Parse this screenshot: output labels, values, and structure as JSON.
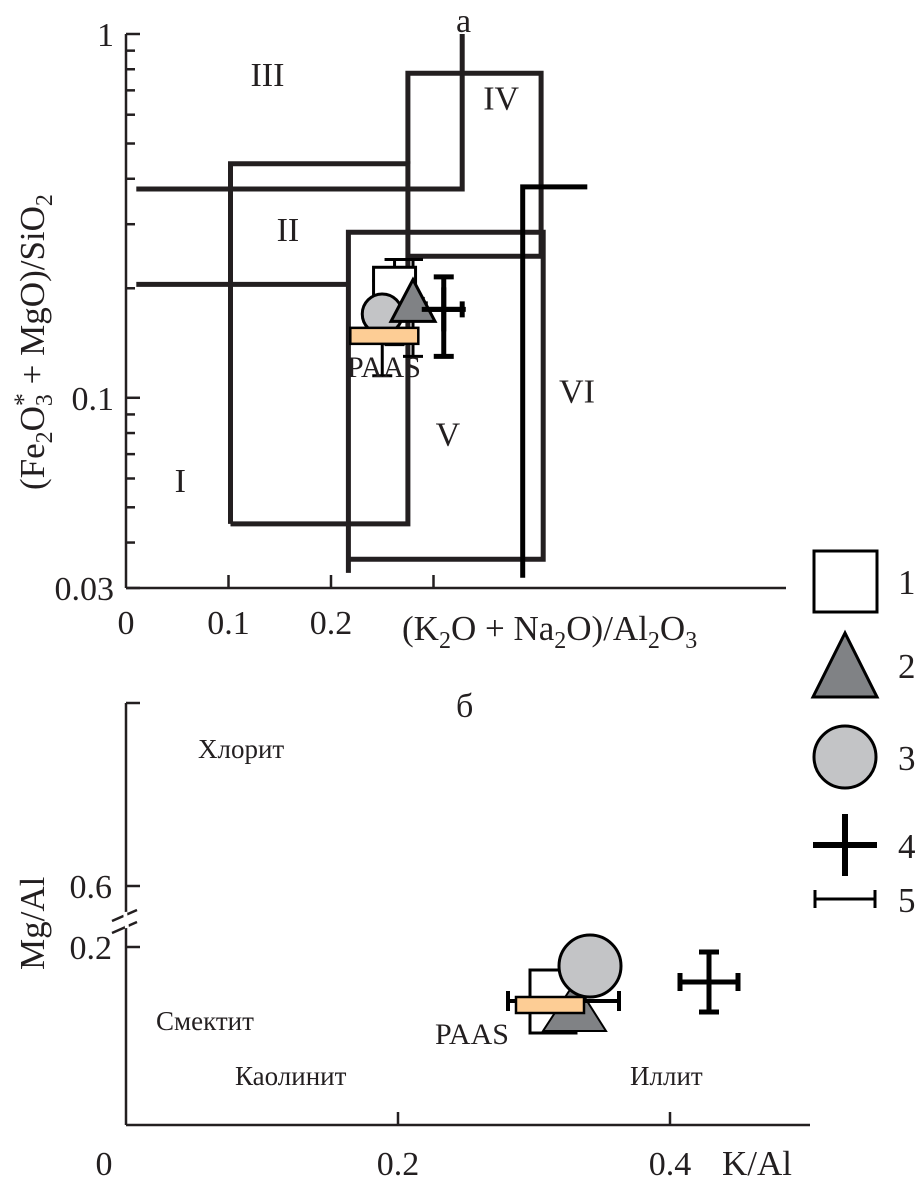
{
  "chart_data": [
    {
      "id": "a",
      "type": "scatter",
      "panel_label": "а",
      "xlabel": "(K2O + Na2O)/Al2O3",
      "ylabel": "(Fe2O3* + MgO)/SiO2",
      "xscale": "linear",
      "yscale": "log",
      "xlim": [
        0,
        0.4
      ],
      "ylim": [
        0.03,
        1
      ],
      "x_ticks": [
        0,
        0.1,
        0.2,
        0.3
      ],
      "x_tick_labels": [
        "0",
        "0.1",
        "0.2",
        ""
      ],
      "y_major_ticks": [
        1,
        0.1,
        0.03
      ],
      "y_tick_labels": [
        "1",
        "0.1",
        "0.03"
      ],
      "y_minor_ticks": [
        0.9,
        0.8,
        0.7,
        0.6,
        0.5,
        0.4,
        0.3,
        0.2,
        0.09,
        0.08,
        0.07,
        0.06,
        0.05,
        0.04
      ],
      "field_labels": [
        {
          "text": "I",
          "x": 0.053,
          "y": 0.055
        },
        {
          "text": "II",
          "x": 0.158,
          "y": 0.27
        },
        {
          "text": "III",
          "x": 0.138,
          "y": 0.72
        },
        {
          "text": "IV",
          "x": 0.366,
          "y": 0.62
        },
        {
          "text": "V",
          "x": 0.314,
          "y": 0.074
        },
        {
          "text": "VI",
          "x": 0.44,
          "y": 0.097
        }
      ],
      "fields": [
        {
          "name": "I-boundary",
          "points": [
            [
              0.01,
              0.205
            ],
            [
              0.215,
              0.205
            ]
          ]
        },
        {
          "name": "II-box",
          "points": [
            [
              0.102,
              0.045
            ],
            [
              0.102,
              0.44
            ],
            [
              0.275,
              0.44
            ],
            [
              0.275,
              0.045
            ],
            [
              0.102,
              0.045
            ]
          ]
        },
        {
          "name": "III-boundary",
          "points": [
            [
              0.01,
              0.375
            ],
            [
              0.328,
              0.375
            ],
            [
              0.328,
              1.0
            ]
          ]
        },
        {
          "name": "IV-box",
          "points": [
            [
              0.275,
              0.44
            ],
            [
              0.275,
              0.78
            ],
            [
              0.405,
              0.78
            ],
            [
              0.405,
              0.245
            ]
          ]
        },
        {
          "name": "V-inner-line",
          "points": [
            [
              0.275,
              0.245
            ],
            [
              0.405,
              0.245
            ]
          ]
        },
        {
          "name": "V-box",
          "points": [
            [
              0.217,
              0.033
            ],
            [
              0.217,
              0.285
            ],
            [
              0.407,
              0.285
            ],
            [
              0.407,
              0.036
            ],
            [
              0.217,
              0.036
            ]
          ]
        },
        {
          "name": "VI-boundary",
          "points": [
            [
              0.387,
              0.032
            ],
            [
              0.387,
              0.38
            ],
            [
              0.45,
              0.38
            ]
          ]
        }
      ],
      "series": [
        {
          "name": "1",
          "marker": "square",
          "x": 0.262,
          "y": 0.2,
          "xerr": 0.012,
          "yerr_low": 0.06,
          "yerr_high": 0.04
        },
        {
          "name": "2",
          "marker": "triangle",
          "x": 0.28,
          "y": 0.18,
          "xerr": 0.01,
          "yerr_low": 0.05,
          "yerr_high": 0.06
        },
        {
          "name": "3",
          "marker": "circle",
          "x": 0.25,
          "y": 0.17,
          "xerr": 0.012,
          "yerr_low": 0.055,
          "yerr_high": 0.04
        },
        {
          "name": "4",
          "marker": "cross",
          "x": 0.31,
          "y": 0.175,
          "xerr": 0.018,
          "yerr_low": 0.045,
          "yerr_high": 0.04
        },
        {
          "name": "PAAS",
          "marker": "rect",
          "x": 0.252,
          "y": 0.148
        }
      ]
    },
    {
      "id": "b",
      "type": "scatter",
      "panel_label": "б",
      "xlabel": "K/Al",
      "ylabel": "Mg/Al",
      "xlim": [
        0,
        0.5
      ],
      "x_ticks": [
        0,
        0.2,
        0.4
      ],
      "x_tick_labels": [
        "0",
        "0.2",
        "0.4"
      ],
      "y_ticks": [
        0.2,
        0.6
      ],
      "y_tick_labels": [
        "0.2",
        "0.6"
      ],
      "y_axis_break": "between 0.2 and 0.6",
      "lower_ylim": [
        0,
        0.2
      ],
      "upper_ylim": [
        0.6,
        1.0
      ],
      "field_labels": [
        {
          "text": "Хлорит",
          "x": 0.08,
          "y": 0.9
        },
        {
          "text": "Смектит",
          "x": 0.03,
          "y": 0.1
        },
        {
          "text": "Каолинит",
          "x": 0.08,
          "y": 0.044
        },
        {
          "text": "Иллит",
          "x": 0.37,
          "y": 0.044
        }
      ],
      "series": [
        {
          "name": "1",
          "marker": "square",
          "x": 0.314,
          "y": 0.115
        },
        {
          "name": "2",
          "marker": "triangle",
          "x": 0.327,
          "y": 0.1
        },
        {
          "name": "3",
          "marker": "circle",
          "x": 0.34,
          "y": 0.167,
          "xerr": 0.022
        },
        {
          "name": "4",
          "marker": "cross",
          "x": 0.43,
          "y": 0.143,
          "xerr": 0.02,
          "yerr": 0.03
        },
        {
          "name": "PAAS",
          "marker": "rect",
          "x": 0.31,
          "y": 0.11
        }
      ]
    }
  ],
  "legend": {
    "placement": "right",
    "items": [
      {
        "marker": "square",
        "label": "1"
      },
      {
        "marker": "triangle",
        "label": "2"
      },
      {
        "marker": "circle",
        "label": "3"
      },
      {
        "marker": "cross",
        "label": "4"
      },
      {
        "marker": "errorbar",
        "label": "5"
      }
    ]
  },
  "labels": {
    "paas": "PAAS"
  },
  "colors": {
    "ink": "#231f20",
    "square_fill": "#ffffff",
    "triangle_fill": "#808285",
    "circle_fill": "#c3c4c6",
    "paas_fill": "#fdcd95"
  }
}
